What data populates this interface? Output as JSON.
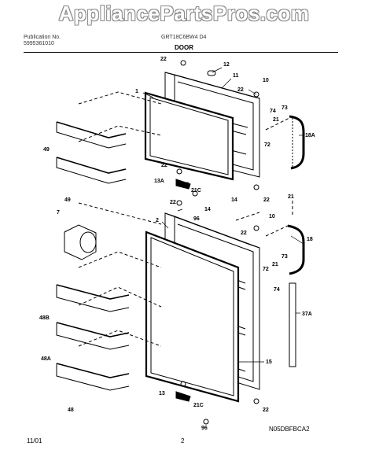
{
  "watermark": "AppliancePartsPros.com",
  "header": {
    "left_line1": "Publication No.",
    "left_line2": "5995361010",
    "model": "GRT18C6BW4 D4"
  },
  "title": "DOOR",
  "footer": {
    "date": "11/01",
    "page": "2",
    "code": "N05DBFBCA2"
  },
  "callouts": {
    "c1": "1",
    "c22a": "22",
    "c12": "12",
    "c11": "11",
    "c10a": "10",
    "c22b": "22",
    "c74a": "74",
    "c73a": "73",
    "c21a": "21",
    "c72a": "72",
    "c18a": "18A",
    "c49a": "49",
    "c49b": "49",
    "c22c": "22",
    "c13a": "13A",
    "c21c1": "21C",
    "c96a": "96",
    "c14a": "14",
    "c22d": "22",
    "c21b": "21",
    "c22e": "22",
    "c14b": "14",
    "c7": "7",
    "c2": "2",
    "c10b": "10",
    "c22f": "22",
    "c18": "18",
    "c72b": "72",
    "c21d": "21",
    "c73b": "73",
    "c74b": "74",
    "c48b": "48B",
    "c37a": "37A",
    "c48a": "48A",
    "c15": "15",
    "c48": "48",
    "c13": "13",
    "c22g": "22",
    "c21c2": "21C",
    "c96b": "96"
  }
}
